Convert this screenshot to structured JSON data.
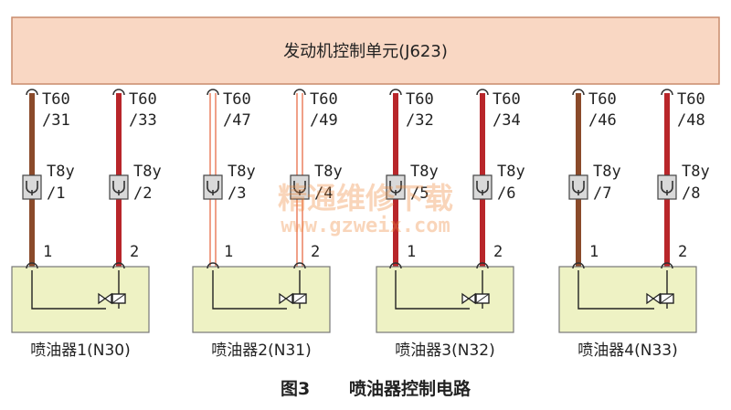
{
  "ecu": {
    "label": "发动机控制单元(J623)"
  },
  "ecu_pins": [
    {
      "line1": "T60",
      "line2": "/31"
    },
    {
      "line1": "T60",
      "line2": "/33"
    },
    {
      "line1": "T60",
      "line2": "/47"
    },
    {
      "line1": "T60",
      "line2": "/49"
    },
    {
      "line1": "T60",
      "line2": "/32"
    },
    {
      "line1": "T60",
      "line2": "/34"
    },
    {
      "line1": "T60",
      "line2": "/46"
    },
    {
      "line1": "T60",
      "line2": "/48"
    }
  ],
  "connectors": [
    {
      "line1": "T8y",
      "line2": "/1"
    },
    {
      "line1": "T8y",
      "line2": "/2"
    },
    {
      "line1": "T8y",
      "line2": "/3"
    },
    {
      "line1": "T8y",
      "line2": "/4"
    },
    {
      "line1": "T8y",
      "line2": "/5"
    },
    {
      "line1": "T8y",
      "line2": "/6"
    },
    {
      "line1": "T8y",
      "line2": "/7"
    },
    {
      "line1": "T8y",
      "line2": "/8"
    }
  ],
  "injectors": [
    {
      "label": "喷油器1(N30)",
      "pin1": "1",
      "pin2": "2"
    },
    {
      "label": "喷油器2(N31)",
      "pin1": "1",
      "pin2": "2"
    },
    {
      "label": "喷油器3(N32)",
      "pin1": "1",
      "pin2": "2"
    },
    {
      "label": "喷油器4(N33)",
      "pin1": "1",
      "pin2": "2"
    }
  ],
  "wire_colors": [
    "#8a4a2a",
    "#b8262a",
    "#f0a088",
    "#f0a088",
    "#b8262a",
    "#b8262a",
    "#8a4a2a",
    "#b8262a"
  ],
  "caption": {
    "figure": "图3",
    "title": "喷油器控制电路"
  },
  "watermark": {
    "line1": "精通维修下载",
    "line2": "www.gzweix.com"
  },
  "colors": {
    "ecu_fill": "#f9d7c3",
    "injector_fill": "#eef2c4",
    "connector_fill": "#d9d9d9"
  }
}
